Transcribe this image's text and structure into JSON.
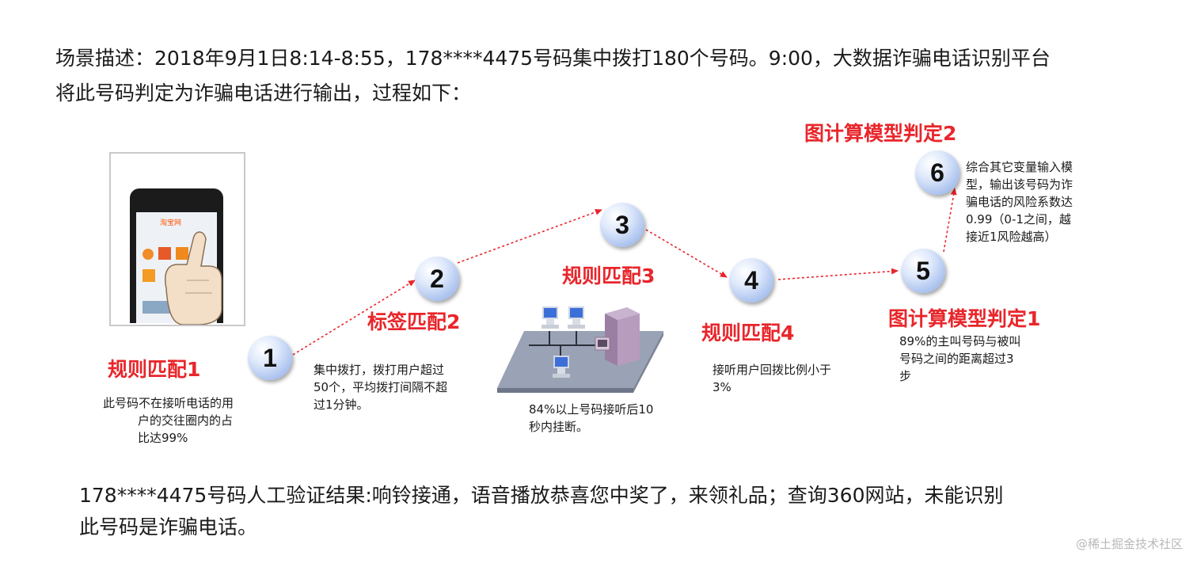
{
  "intro": {
    "line1": "场景描述：2018年9月1日8:14-8:55，178****4475号码集中拨打180个号码。9:00，大数据诈骗电话识别平台",
    "line2": "将此号码判定为诈骗电话进行输出，过程如下："
  },
  "steps": [
    {
      "number": "1",
      "title": "规则匹配1",
      "desc": [
        "此号码不在接听电话的用",
        "户的交往圈内的占",
        "比达99%"
      ]
    },
    {
      "number": "2",
      "title": "标签匹配2",
      "desc": [
        "集中拨打，拨打用户超过",
        "50个，平均拨打间隔不超",
        "过1分钟。"
      ]
    },
    {
      "number": "3",
      "title": "规则匹配3",
      "desc": [
        "84%以上号码接听后10",
        "秒内挂断。"
      ]
    },
    {
      "number": "4",
      "title": "规则匹配4",
      "desc": [
        "接听用户回拨比例小于",
        "3%"
      ]
    },
    {
      "number": "5",
      "title": "图计算模型判定1",
      "desc": [
        "89%的主叫号码与被叫",
        "号码之间的距离超过3",
        "步"
      ]
    },
    {
      "number": "6",
      "title": "图计算模型判定2",
      "desc": [
        "综合其它变量输入模",
        "型，输出该号码为诈",
        "骗电话的风险系数达",
        "0.99（0-1之间，越",
        "接近1风险越高）"
      ]
    }
  ],
  "phone_screen": {
    "app_name": "淘宝网"
  },
  "result": {
    "line1": "178****4475号码人工验证结果:响铃接通，语音播放恭喜您中奖了，来领礼品；查询360网站，未能识别",
    "line2": "此号码是诈骗电话。"
  },
  "watermark": "@稀土掘金技术社区",
  "colors": {
    "title_red": "#e8262b",
    "arrow_red": "#e8262b",
    "node_blue": "#a9c1ee"
  }
}
